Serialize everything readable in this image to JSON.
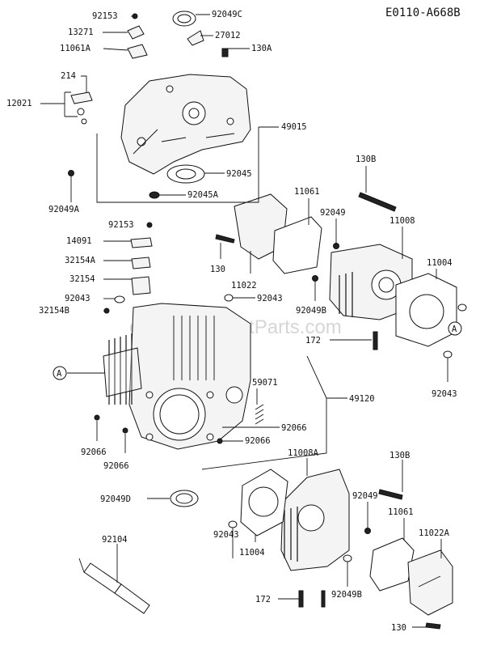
{
  "diagram": {
    "code": "E0110-A668B",
    "watermark": "eReplacementParts.com",
    "callouts": [
      {
        "id": "c1",
        "text": "92153"
      },
      {
        "id": "c2",
        "text": "13271"
      },
      {
        "id": "c3",
        "text": "11061A"
      },
      {
        "id": "c4",
        "text": "214"
      },
      {
        "id": "c5",
        "text": "12021"
      },
      {
        "id": "c6",
        "text": "92049C"
      },
      {
        "id": "c7",
        "text": "27012"
      },
      {
        "id": "c8",
        "text": "130A"
      },
      {
        "id": "c9",
        "text": "49015"
      },
      {
        "id": "c10",
        "text": "92045"
      },
      {
        "id": "c11",
        "text": "92045A"
      },
      {
        "id": "c12",
        "text": "92049A"
      },
      {
        "id": "c13",
        "text": "130B"
      },
      {
        "id": "c14",
        "text": "11061"
      },
      {
        "id": "c15",
        "text": "92049"
      },
      {
        "id": "c16",
        "text": "11008"
      },
      {
        "id": "c17",
        "text": "92153"
      },
      {
        "id": "c18",
        "text": "14091"
      },
      {
        "id": "c19",
        "text": "32154A"
      },
      {
        "id": "c20",
        "text": "32154"
      },
      {
        "id": "c21",
        "text": "92043"
      },
      {
        "id": "c22",
        "text": "32154B"
      },
      {
        "id": "c23",
        "text": "130"
      },
      {
        "id": "c24",
        "text": "11022"
      },
      {
        "id": "c25",
        "text": "11004"
      },
      {
        "id": "c26",
        "text": "92043"
      },
      {
        "id": "c27",
        "text": "92049B"
      },
      {
        "id": "c28",
        "text": "A"
      },
      {
        "id": "c29",
        "text": "172"
      },
      {
        "id": "c30",
        "text": "A"
      },
      {
        "id": "c31",
        "text": "92043"
      },
      {
        "id": "c32",
        "text": "59071"
      },
      {
        "id": "c33",
        "text": "49120"
      },
      {
        "id": "c34",
        "text": "92066"
      },
      {
        "id": "c35",
        "text": "92066"
      },
      {
        "id": "c36",
        "text": "92066"
      },
      {
        "id": "c37",
        "text": "92066"
      },
      {
        "id": "c38",
        "text": "11008A"
      },
      {
        "id": "c39",
        "text": "130B"
      },
      {
        "id": "c40",
        "text": "92049D"
      },
      {
        "id": "c41",
        "text": "92049"
      },
      {
        "id": "c42",
        "text": "11061"
      },
      {
        "id": "c43",
        "text": "92104"
      },
      {
        "id": "c44",
        "text": "92043"
      },
      {
        "id": "c45",
        "text": "11004"
      },
      {
        "id": "c46",
        "text": "11022A"
      },
      {
        "id": "c47",
        "text": "172"
      },
      {
        "id": "c48",
        "text": "92049B"
      },
      {
        "id": "c49",
        "text": "130"
      }
    ]
  }
}
